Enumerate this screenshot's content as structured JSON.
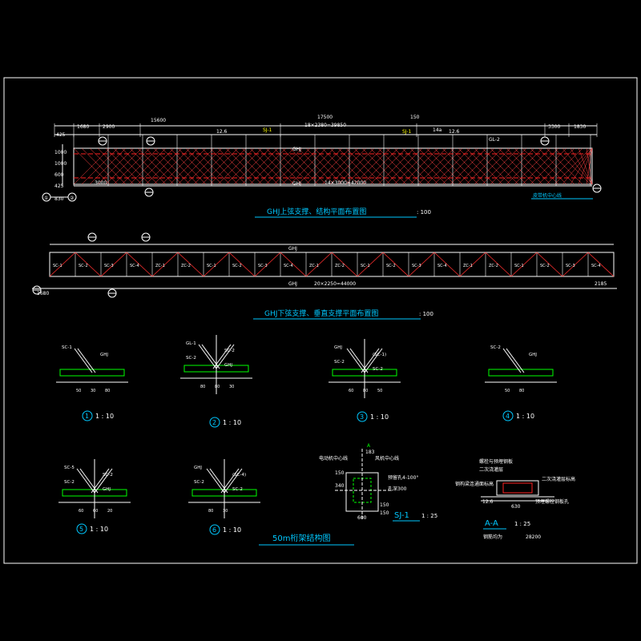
{
  "drawing": {
    "plan_top": {
      "title": "GHJ上弦支撑、结构平面布置图",
      "scale": ": 100",
      "dims_top": [
        "425",
        "1680",
        "2900",
        "15600",
        "17500",
        "18×2380=39850",
        "150",
        "3300",
        "1830"
      ],
      "dims_bottom": [
        "3000",
        "14×3000=42000"
      ],
      "side_dims": [
        "1000",
        "1000",
        "600"
      ],
      "left_dims": [
        "425",
        "830"
      ],
      "axis_labels": [
        "①",
        "②"
      ],
      "labels": [
        "SJ-1",
        "SJ-1",
        "GL-2",
        "GHJ",
        "GHJ",
        "12.6",
        "12.6",
        "14a"
      ],
      "note": "皮带机中心线"
    },
    "plan_bottom": {
      "title": "GHJ下弦支撑、垂直支撑平面布置图",
      "scale": ": 100",
      "top_label": "GHJ",
      "bottom_label": "GHJ",
      "dims": [
        "1680",
        "20×2250=44000",
        "2185"
      ],
      "panel_labels": [
        "SC-1",
        "SC-2",
        "SC-3",
        "SC-4",
        "ZC-1",
        "ZC-2"
      ]
    },
    "details": [
      {
        "num": "1",
        "scale": "1 : 10",
        "labels": [
          "SC-1",
          "GHJ"
        ],
        "dims": [
          "50",
          "30",
          "80"
        ]
      },
      {
        "num": "2",
        "scale": "1 : 10",
        "labels": [
          "GL-1",
          "SC-2",
          "SC-2",
          "GHJ"
        ],
        "dims": [
          "80",
          "80",
          "30"
        ]
      },
      {
        "num": "3",
        "scale": "1 : 10",
        "labels": [
          "GHJ",
          "(SC-1)",
          "SC-2",
          "SC-2"
        ],
        "dims": [
          "60",
          "80",
          "50"
        ]
      },
      {
        "num": "4",
        "scale": "1 : 10",
        "labels": [
          "SC-2",
          "GHJ"
        ],
        "dims": [
          "50",
          "80"
        ]
      },
      {
        "num": "5",
        "scale": "1 : 10",
        "labels": [
          "SC-5",
          "SC-2",
          "SC-2",
          "GHJ"
        ],
        "dims": [
          "60",
          "60",
          "20"
        ]
      },
      {
        "num": "6",
        "scale": "1 : 10",
        "labels": [
          "GHJ",
          "(SC-4)",
          "SC-2",
          "SC-2"
        ],
        "dims": [
          "80",
          "30"
        ]
      }
    ],
    "sj1": {
      "label": "SJ-1",
      "scale": "1 : 25",
      "notes": [
        "电动机中心线",
        "风机中心线",
        "预留孔4-100°",
        "孔深300"
      ],
      "dims": [
        "183",
        "150",
        "340",
        "150",
        "150",
        "600"
      ],
      "section_mark": "A"
    },
    "section_aa": {
      "label": "A-A",
      "scale": "1 : 25",
      "notes": [
        "螺栓与预埋钢板",
        "二次浇灌层",
        "钢构梁连通面标高",
        "二次浇灌层标高",
        "预埋螺栓钢板孔"
      ],
      "dims": [
        "630",
        "12.6"
      ],
      "bottom_note": "钢筋均为",
      "bottom_value": "28200"
    },
    "main_title": "50m桁架结构图"
  }
}
